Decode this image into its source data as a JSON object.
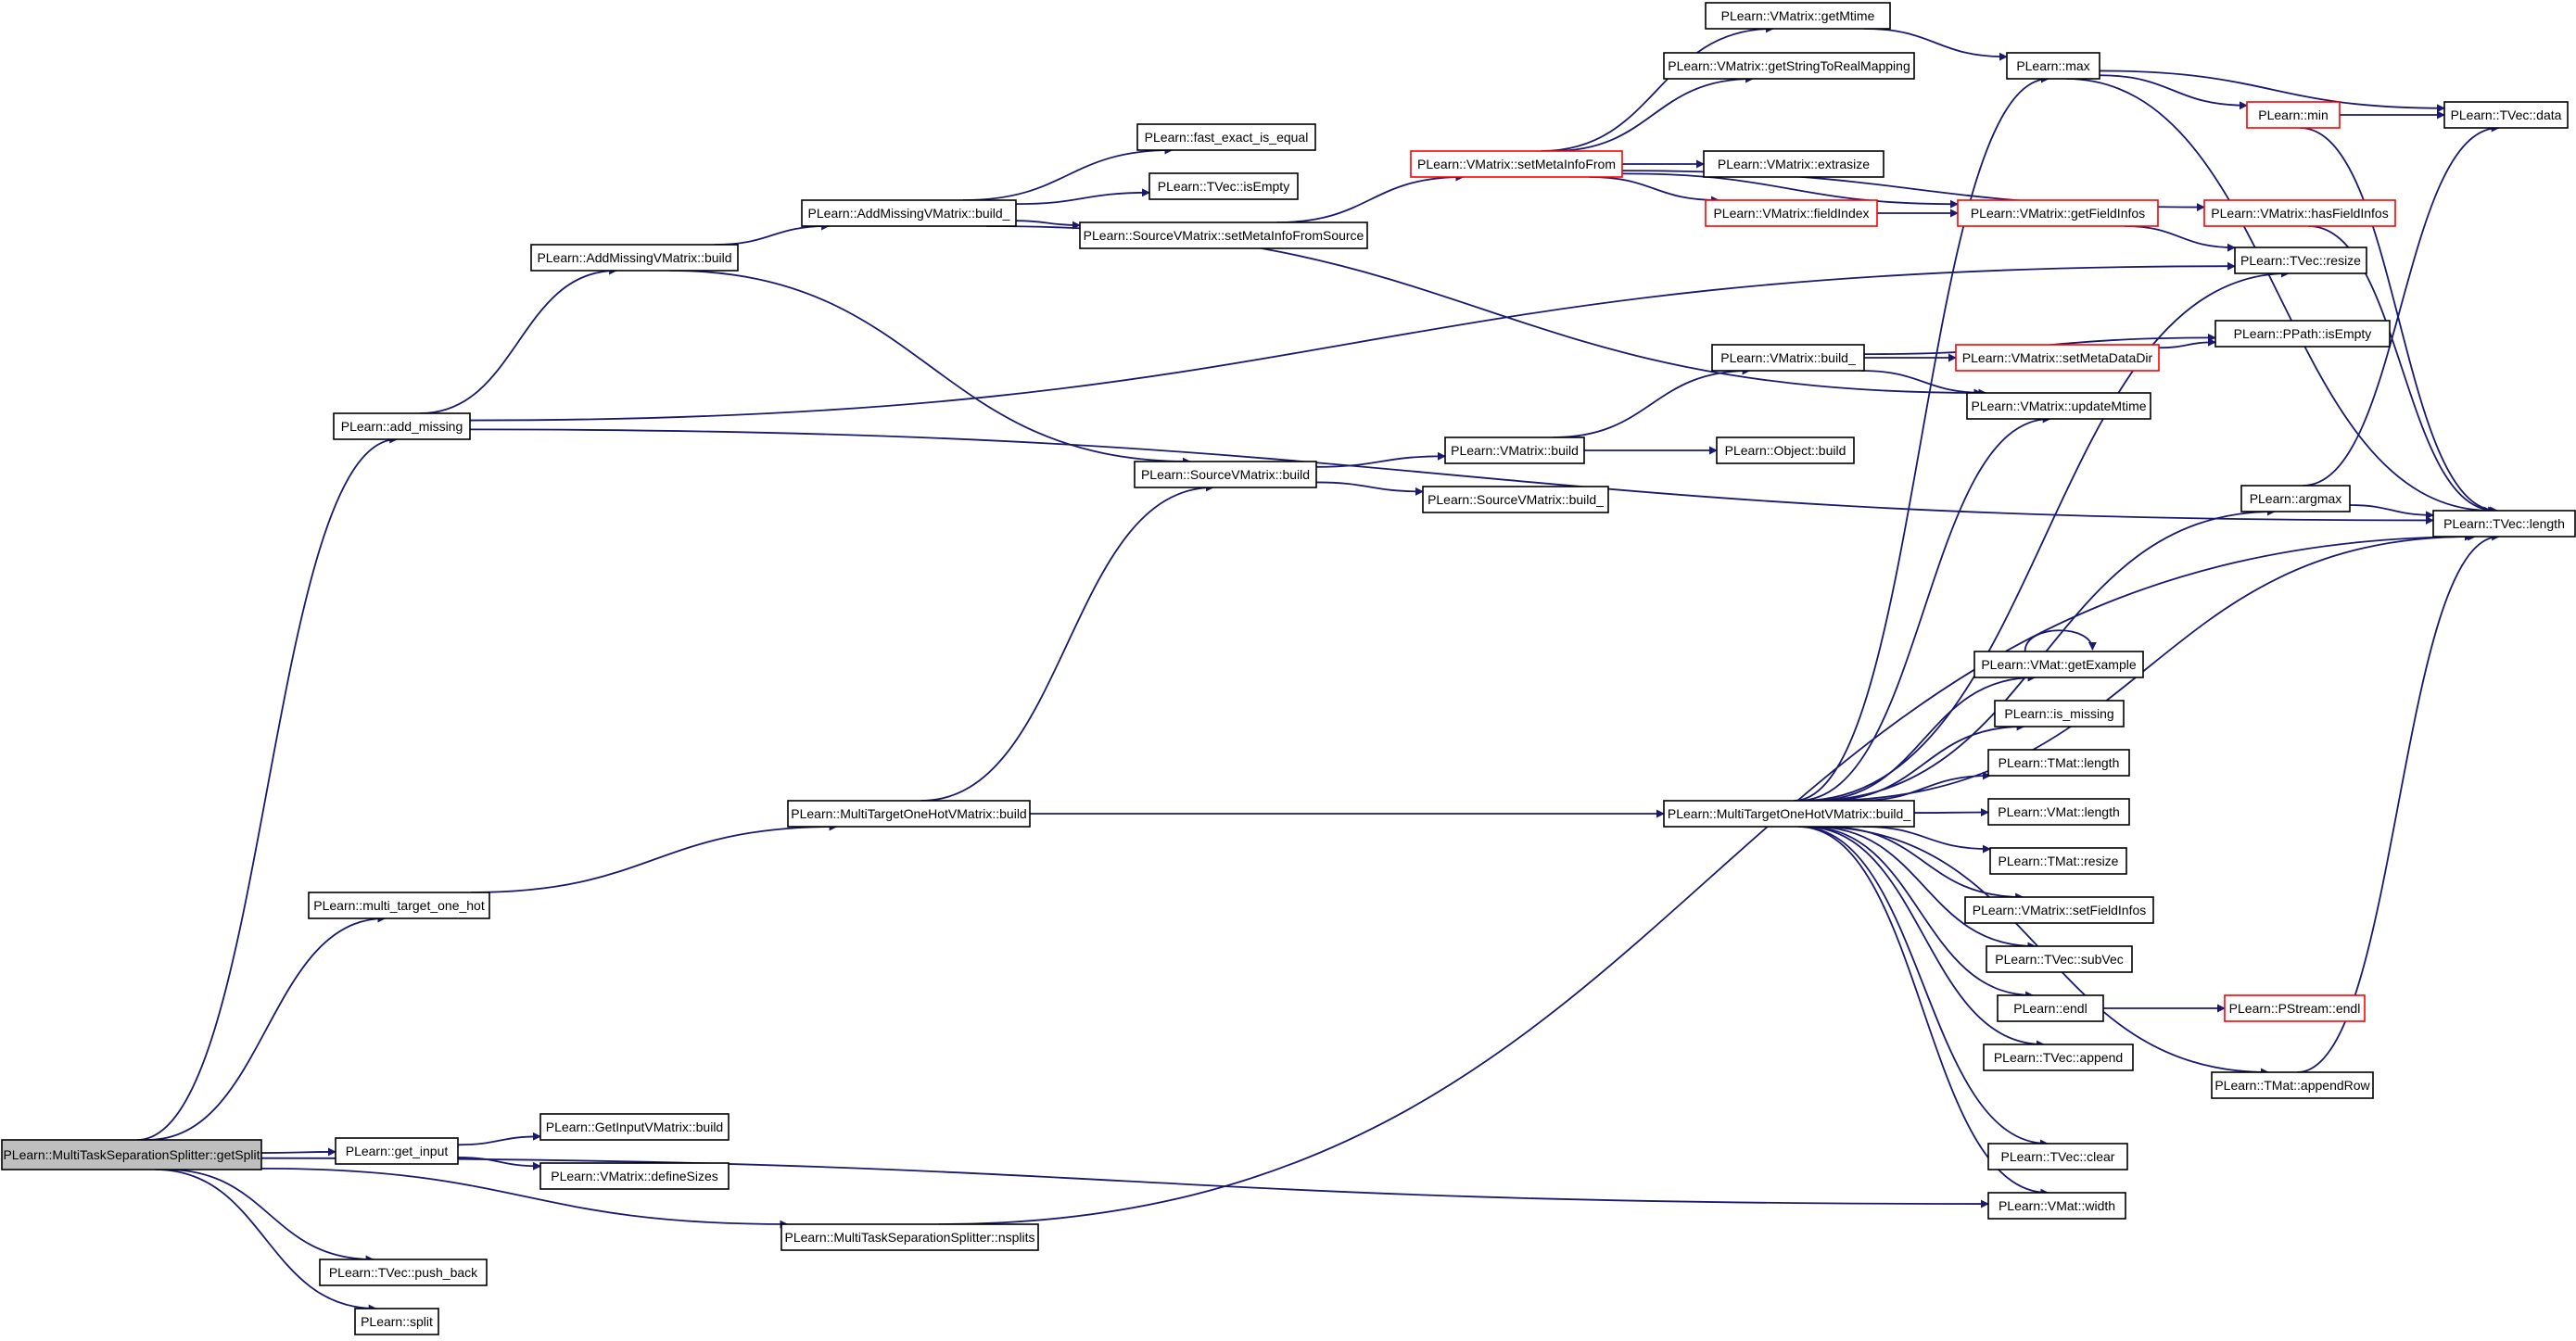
{
  "diagram": {
    "edge_color": "#191970",
    "border_colors": {
      "normal": "#000000",
      "truncated": "#ff0000"
    },
    "root_fill": "#bfbfbf",
    "nodes": [
      {
        "id": "n0",
        "label": "PLearn::MultiTaskSeparationSplitter::getSplit",
        "style": "root"
      },
      {
        "id": "n1",
        "label": "PLearn::add_missing",
        "style": "normal"
      },
      {
        "id": "n2",
        "label": "PLearn::AddMissingVMatrix::build",
        "style": "normal"
      },
      {
        "id": "n3",
        "label": "PLearn::AddMissingVMatrix::build_",
        "style": "normal"
      },
      {
        "id": "n4",
        "label": "PLearn::fast_exact_is_equal",
        "style": "normal"
      },
      {
        "id": "n5",
        "label": "PLearn::TVec::isEmpty",
        "style": "normal"
      },
      {
        "id": "n6",
        "label": "PLearn::SourceVMatrix::setMetaInfoFromSource",
        "style": "normal"
      },
      {
        "id": "n7",
        "label": "PLearn::VMatrix::setMetaInfoFrom",
        "style": "truncated"
      },
      {
        "id": "n8",
        "label": "PLearn::VMatrix::getMtime",
        "style": "normal"
      },
      {
        "id": "n9",
        "label": "PLearn::VMatrix::getStringToRealMapping",
        "style": "normal"
      },
      {
        "id": "n10",
        "label": "PLearn::VMatrix::extrasize",
        "style": "normal"
      },
      {
        "id": "n11",
        "label": "PLearn::VMatrix::fieldIndex",
        "style": "truncated"
      },
      {
        "id": "n12",
        "label": "PLearn::max",
        "style": "normal"
      },
      {
        "id": "n13",
        "label": "PLearn::min",
        "style": "truncated"
      },
      {
        "id": "n14",
        "label": "PLearn::TVec::data",
        "style": "normal"
      },
      {
        "id": "n15",
        "label": "PLearn::VMatrix::getFieldInfos",
        "style": "truncated"
      },
      {
        "id": "n16",
        "label": "PLearn::VMatrix::hasFieldInfos",
        "style": "truncated"
      },
      {
        "id": "n17",
        "label": "PLearn::TVec::resize",
        "style": "normal"
      },
      {
        "id": "n18",
        "label": "PLearn::VMatrix::build_",
        "style": "normal"
      },
      {
        "id": "n19",
        "label": "PLearn::VMatrix::setMetaDataDir",
        "style": "truncated"
      },
      {
        "id": "n20",
        "label": "PLearn::PPath::isEmpty",
        "style": "normal"
      },
      {
        "id": "n21",
        "label": "PLearn::VMatrix::updateMtime",
        "style": "normal"
      },
      {
        "id": "n22",
        "label": "PLearn::SourceVMatrix::build",
        "style": "normal"
      },
      {
        "id": "n23",
        "label": "PLearn::VMatrix::build",
        "style": "normal"
      },
      {
        "id": "n24",
        "label": "PLearn::Object::build",
        "style": "normal"
      },
      {
        "id": "n25",
        "label": "PLearn::SourceVMatrix::build_",
        "style": "normal"
      },
      {
        "id": "n26",
        "label": "PLearn::argmax",
        "style": "normal"
      },
      {
        "id": "n27",
        "label": "PLearn::TVec::length",
        "style": "normal"
      },
      {
        "id": "n28",
        "label": "PLearn::VMat::getExample",
        "style": "normal"
      },
      {
        "id": "n29",
        "label": "PLearn::is_missing",
        "style": "normal"
      },
      {
        "id": "n30",
        "label": "PLearn::TMat::length",
        "style": "normal"
      },
      {
        "id": "n31",
        "label": "PLearn::VMat::length",
        "style": "normal"
      },
      {
        "id": "n32",
        "label": "PLearn::TMat::resize",
        "style": "normal"
      },
      {
        "id": "n33",
        "label": "PLearn::VMatrix::setFieldInfos",
        "style": "normal"
      },
      {
        "id": "n34",
        "label": "PLearn::TVec::subVec",
        "style": "normal"
      },
      {
        "id": "n35",
        "label": "PLearn::endl",
        "style": "normal"
      },
      {
        "id": "n36",
        "label": "PLearn::PStream::endl",
        "style": "truncated"
      },
      {
        "id": "n37",
        "label": "PLearn::TVec::append",
        "style": "normal"
      },
      {
        "id": "n38",
        "label": "PLearn::TMat::appendRow",
        "style": "normal"
      },
      {
        "id": "n39",
        "label": "PLearn::TVec::clear",
        "style": "normal"
      },
      {
        "id": "n40",
        "label": "PLearn::VMat::width",
        "style": "normal"
      },
      {
        "id": "n41",
        "label": "PLearn::MultiTargetOneHotVMatrix::build",
        "style": "normal"
      },
      {
        "id": "n42",
        "label": "PLearn::MultiTargetOneHotVMatrix::build_",
        "style": "normal"
      },
      {
        "id": "n43",
        "label": "PLearn::multi_target_one_hot",
        "style": "normal"
      },
      {
        "id": "n44",
        "label": "PLearn::get_input",
        "style": "normal"
      },
      {
        "id": "n45",
        "label": "PLearn::GetInputVMatrix::build",
        "style": "normal"
      },
      {
        "id": "n46",
        "label": "PLearn::VMatrix::defineSizes",
        "style": "normal"
      },
      {
        "id": "n47",
        "label": "PLearn::MultiTaskSeparationSplitter::nsplits",
        "style": "normal"
      },
      {
        "id": "n48",
        "label": "PLearn::TVec::push_back",
        "style": "normal"
      },
      {
        "id": "n49",
        "label": "PLearn::split",
        "style": "normal"
      }
    ],
    "edges": [
      [
        "n0",
        "n1"
      ],
      [
        "n0",
        "n43"
      ],
      [
        "n0",
        "n44"
      ],
      [
        "n0",
        "n47"
      ],
      [
        "n0",
        "n48"
      ],
      [
        "n0",
        "n49"
      ],
      [
        "n0",
        "n40"
      ],
      [
        "n1",
        "n2"
      ],
      [
        "n1",
        "n17"
      ],
      [
        "n1",
        "n27"
      ],
      [
        "n2",
        "n3"
      ],
      [
        "n2",
        "n22"
      ],
      [
        "n3",
        "n4"
      ],
      [
        "n3",
        "n5"
      ],
      [
        "n3",
        "n6"
      ],
      [
        "n3",
        "n21"
      ],
      [
        "n6",
        "n7"
      ],
      [
        "n7",
        "n8"
      ],
      [
        "n7",
        "n9"
      ],
      [
        "n7",
        "n10"
      ],
      [
        "n7",
        "n11"
      ],
      [
        "n7",
        "n15"
      ],
      [
        "n7",
        "n16"
      ],
      [
        "n8",
        "n12"
      ],
      [
        "n11",
        "n15"
      ],
      [
        "n12",
        "n13"
      ],
      [
        "n12",
        "n14"
      ],
      [
        "n12",
        "n27"
      ],
      [
        "n13",
        "n14"
      ],
      [
        "n13",
        "n27"
      ],
      [
        "n15",
        "n17"
      ],
      [
        "n16",
        "n27"
      ],
      [
        "n18",
        "n19"
      ],
      [
        "n18",
        "n20"
      ],
      [
        "n18",
        "n21"
      ],
      [
        "n19",
        "n20"
      ],
      [
        "n22",
        "n23"
      ],
      [
        "n22",
        "n25"
      ],
      [
        "n23",
        "n18"
      ],
      [
        "n23",
        "n24"
      ],
      [
        "n26",
        "n14"
      ],
      [
        "n26",
        "n27"
      ],
      [
        "n28",
        "n28"
      ],
      [
        "n35",
        "n36"
      ],
      [
        "n38",
        "n27"
      ],
      [
        "n41",
        "n22"
      ],
      [
        "n41",
        "n42"
      ],
      [
        "n42",
        "n12"
      ],
      [
        "n42",
        "n17"
      ],
      [
        "n42",
        "n21"
      ],
      [
        "n42",
        "n26"
      ],
      [
        "n42",
        "n27"
      ],
      [
        "n42",
        "n28"
      ],
      [
        "n42",
        "n29"
      ],
      [
        "n42",
        "n30"
      ],
      [
        "n42",
        "n31"
      ],
      [
        "n42",
        "n32"
      ],
      [
        "n42",
        "n33"
      ],
      [
        "n42",
        "n34"
      ],
      [
        "n42",
        "n35"
      ],
      [
        "n42",
        "n37"
      ],
      [
        "n42",
        "n38"
      ],
      [
        "n42",
        "n39"
      ],
      [
        "n42",
        "n40"
      ],
      [
        "n43",
        "n41"
      ],
      [
        "n44",
        "n45"
      ],
      [
        "n44",
        "n46"
      ],
      [
        "n47",
        "n27"
      ]
    ]
  }
}
